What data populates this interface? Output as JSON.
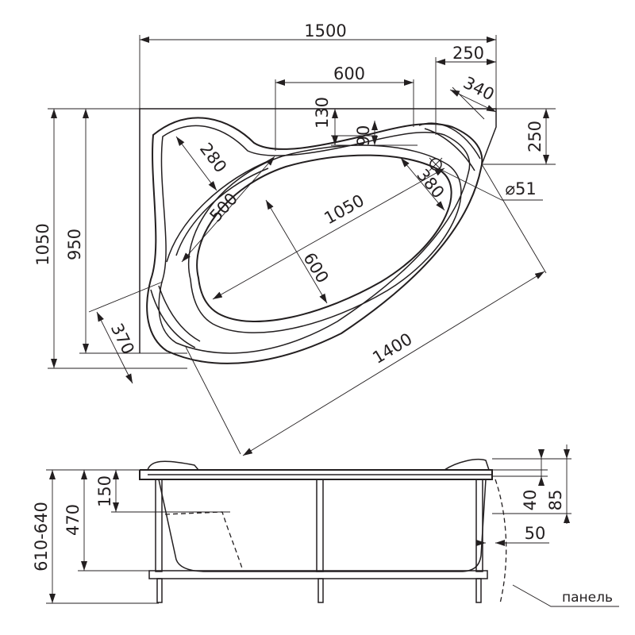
{
  "top_view": {
    "dimensions": {
      "width_total": "1500",
      "right_offset": "250",
      "inner_bowl_width": "600",
      "corner_340": "340",
      "rim_130": "130",
      "rim_90": "90",
      "right_250": "250",
      "height_total": "1050",
      "height_950": "950",
      "headrest_280": "280",
      "armrest_500": "500",
      "bowl_length": "1050",
      "bowl_width": "600",
      "drain_380": "380",
      "drain_diameter": "⌀51",
      "diagonal": "1400",
      "corner_370": "370"
    }
  },
  "side_view": {
    "dimensions": {
      "total_height": "610-640",
      "tub_depth": "470",
      "floor_150": "150",
      "rim_40": "40",
      "rim_85": "85",
      "panel_gap": "50"
    },
    "panel_label": "панель"
  }
}
